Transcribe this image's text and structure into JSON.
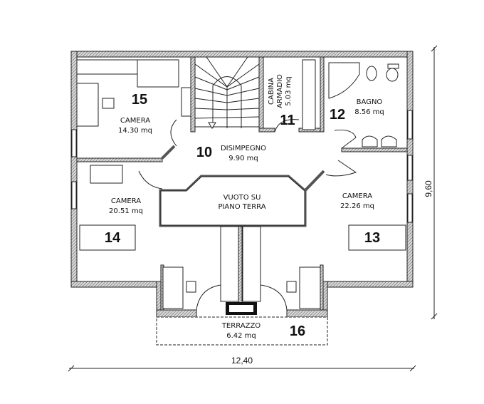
{
  "dimensions": {
    "width": "12,40",
    "height": "9,60"
  },
  "rooms": [
    {
      "number": "15",
      "name": "CAMERA",
      "area": "14.30 mq"
    },
    {
      "number": "10",
      "name": "DISIMPEGNO",
      "area": "9.90 mq"
    },
    {
      "number": "11",
      "name_line1": "CABINA",
      "name_line2": "ARMADIO",
      "area": "5.03 mq"
    },
    {
      "number": "12",
      "name": "BAGNO",
      "area": "8.56 mq"
    },
    {
      "number": "14",
      "name": "CAMERA",
      "area": "20.51 mq"
    },
    {
      "number": "13",
      "name": "CAMERA",
      "area": "22.26 mq"
    },
    {
      "number": "16",
      "name": "TERRAZZO",
      "area": "6.42 mq"
    }
  ],
  "void": {
    "line1": "VUOTO SU",
    "line2": "PIANO TERRA"
  }
}
